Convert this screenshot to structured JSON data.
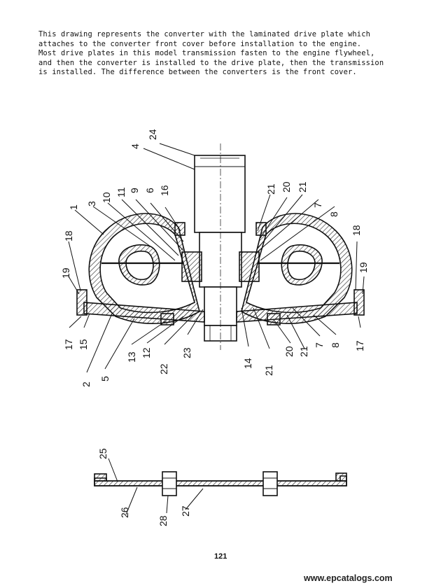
{
  "intro": {
    "lines": [
      "This drawing represents the converter with the laminated drive plate which",
      "attaches to the converter front cover before installation to the engine.",
      "Most drive plates in this model transmission fasten to the engine flywheel,",
      "and then the converter is installed to the drive plate, then the transmission",
      "is installed. The difference between the converters is the front cover."
    ]
  },
  "converter_callouts": [
    "24",
    "4",
    "16",
    "6",
    "9",
    "11",
    "10",
    "3",
    "1",
    "18",
    "19",
    "17",
    "15",
    "2",
    "5",
    "13",
    "12",
    "22",
    "23",
    "14",
    "21",
    "20",
    "21",
    "7",
    "8",
    "21",
    "20",
    "21",
    "7",
    "8",
    "18",
    "19",
    "17"
  ],
  "plate_callouts": [
    "25",
    "26",
    "28",
    "27"
  ],
  "page_number": "121",
  "watermark": "www.epcatalogs.com"
}
